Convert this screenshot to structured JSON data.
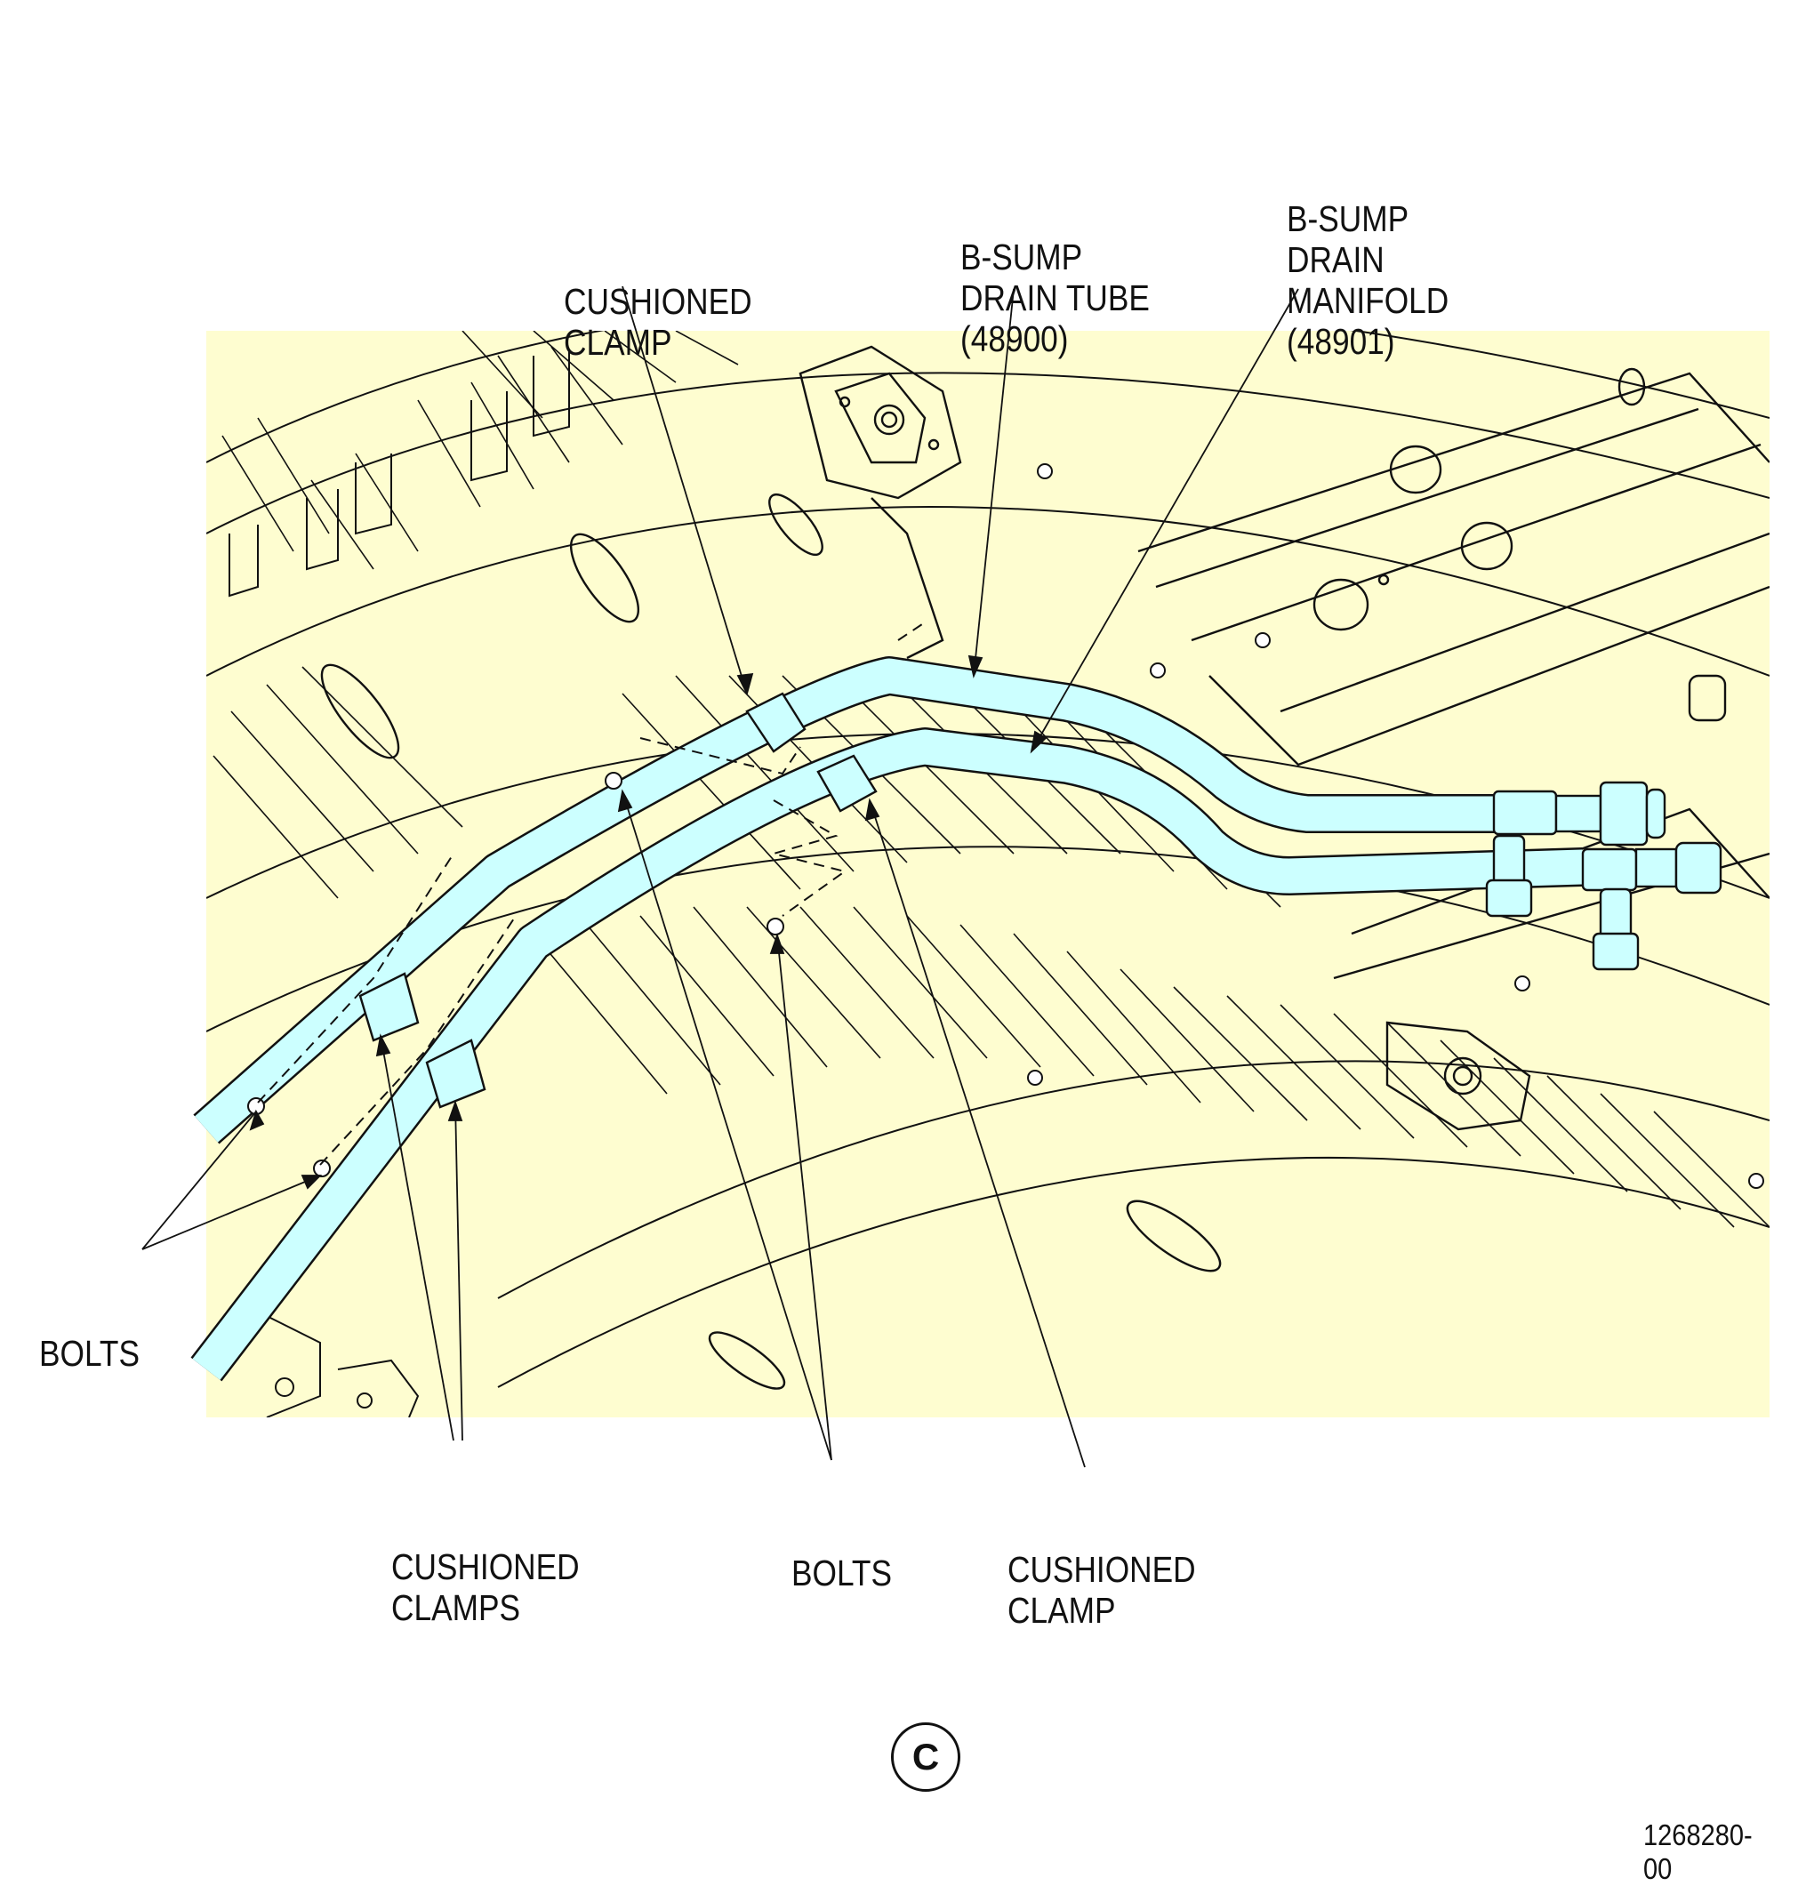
{
  "labels": {
    "cushioned_clamp_top": [
      "CUSHIONED",
      "CLAMP"
    ],
    "drain_tube": [
      "B-SUMP",
      "DRAIN TUBE",
      "(48900)"
    ],
    "drain_manifold": [
      "B-SUMP",
      "DRAIN",
      "MANIFOLD",
      "(48901)"
    ],
    "bolts_left": [
      "BOLTS"
    ],
    "cushioned_clamps_bottom": [
      "CUSHIONED",
      "CLAMPS"
    ],
    "bolts_bottom": [
      "BOLTS"
    ],
    "cushioned_clamp_bottom_right": [
      "CUSHIONED",
      "CLAMP"
    ]
  },
  "view_letter": "C",
  "figure_number": "1268280-00",
  "colors": {
    "background_panel": "#FEFDD0",
    "tube_fill": "#CCFFFF",
    "line": "#111111"
  }
}
